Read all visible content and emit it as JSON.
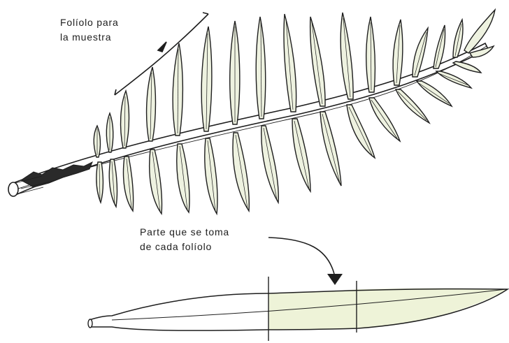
{
  "labels": {
    "sample_line1": "Folíolo para",
    "sample_line2": "la muestra",
    "part_line1": "Parte que se toma",
    "part_line2": "de cada folíolo"
  },
  "colors": {
    "ink": "#1e1e1e",
    "leaf_fill": "#eef2e0",
    "highlight_fill": "#eef3d8"
  }
}
